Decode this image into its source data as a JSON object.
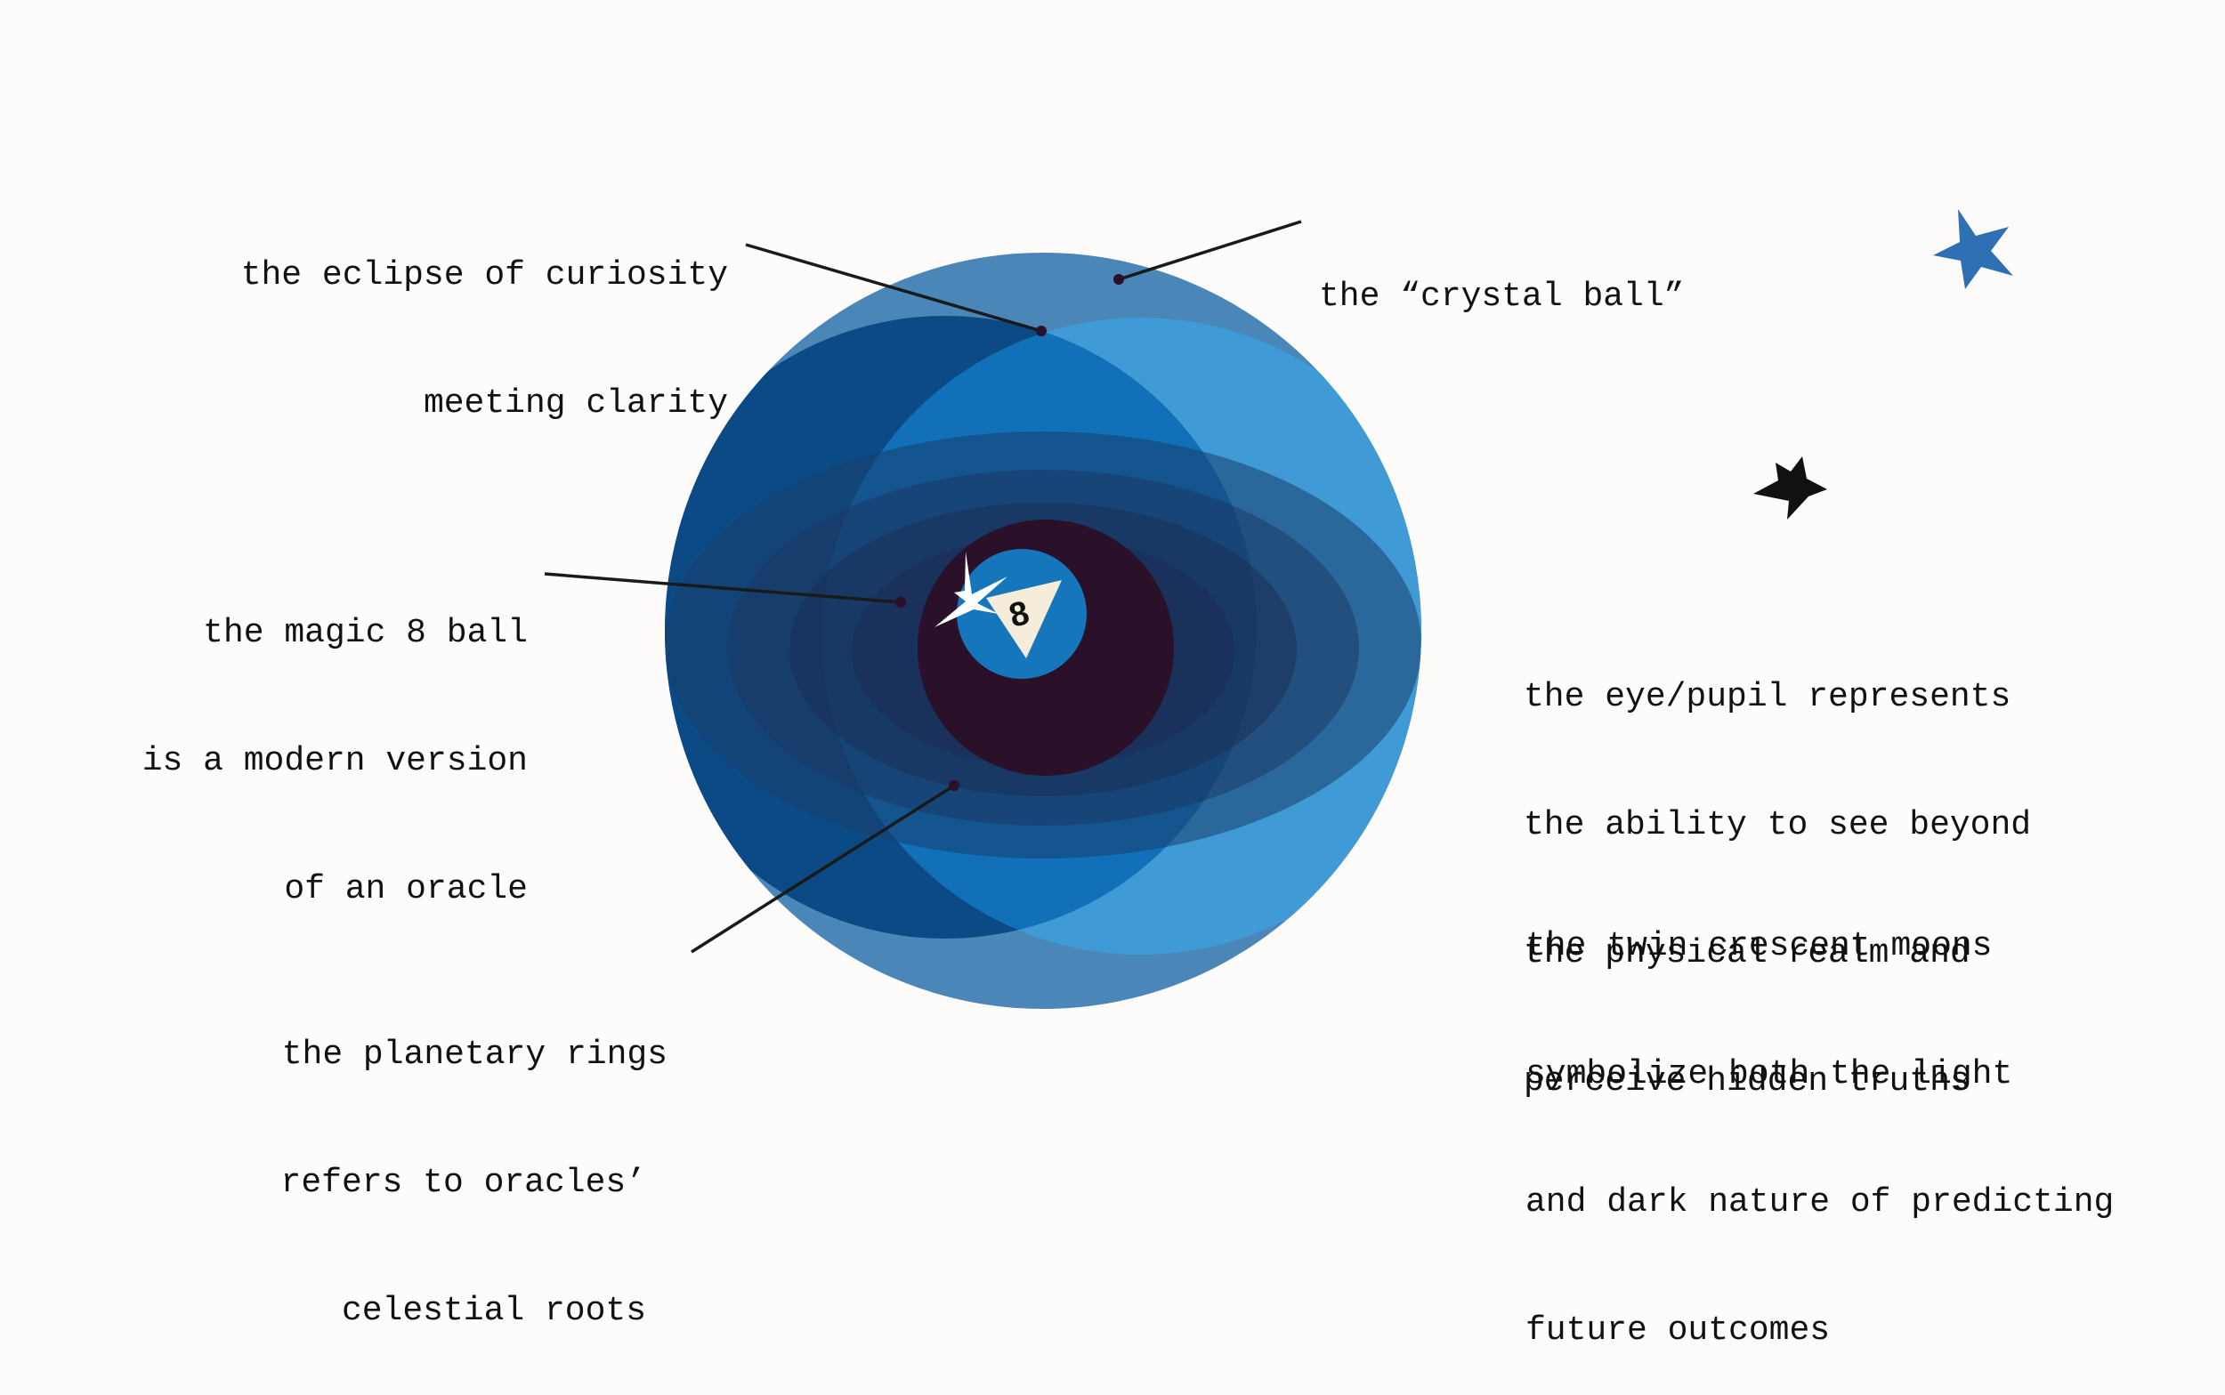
{
  "ball": {
    "number": "8"
  },
  "annotations": {
    "eclipse": [
      "the eclipse of curiosity",
      "meeting clarity"
    ],
    "crystal": [
      "the “crystal ball”"
    ],
    "magic8": [
      "the magic 8 ball",
      "is a modern version",
      "of an oracle"
    ],
    "rings": [
      "the planetary rings",
      "refers to oracles’",
      "celestial roots"
    ],
    "eye": [
      "the eye/pupil represents",
      "the ability to see beyond",
      "the physical realm and",
      "perceive hidden truths"
    ],
    "moons": [
      "the twin crescent moons",
      "symbolize both the light",
      "and dark nature of predicting",
      "future outcomes"
    ]
  },
  "colors": {
    "background": "#fdfcfb",
    "sphere": "#4a86b8",
    "crescent_light": "#3f9ad6",
    "crescent_dark": "#0b4a85",
    "lens": "#1170b8",
    "pupil": "#2a1029",
    "ball_blue": "#1576bb",
    "star_blue": "#2f6fb4",
    "star_black": "#111111"
  },
  "icons": [
    "star-blue-icon",
    "star-black-icon",
    "sparkle-icon"
  ]
}
